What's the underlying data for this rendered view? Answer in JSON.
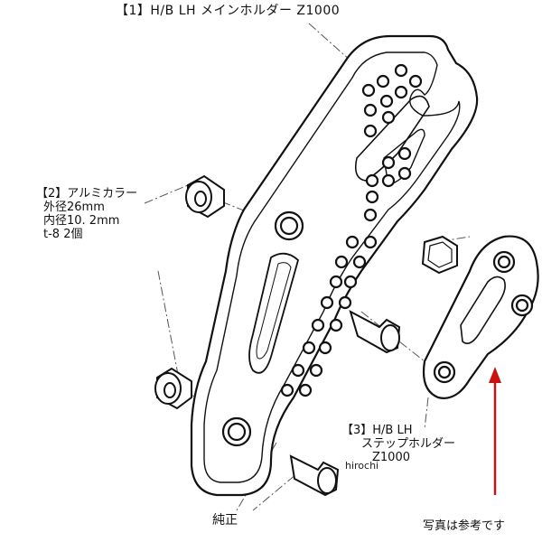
{
  "labels": {
    "part1": "【1】H/B LH メインホルダー Z1000",
    "part2": {
      "title": "【2】アルミカラー",
      "outer": "外径26mm",
      "inner": "内径10. 2mm",
      "thickness": "t-8 2個"
    },
    "part3": {
      "line1": "【3】H/B LH",
      "line2": "ステップホルダー",
      "line3": "Z1000"
    },
    "genuine": "純正",
    "watermark": "hirochi",
    "note": "写真は参考です"
  },
  "colors": {
    "line": "#111111",
    "arrow": "#cc1111",
    "leader": "#555555"
  }
}
